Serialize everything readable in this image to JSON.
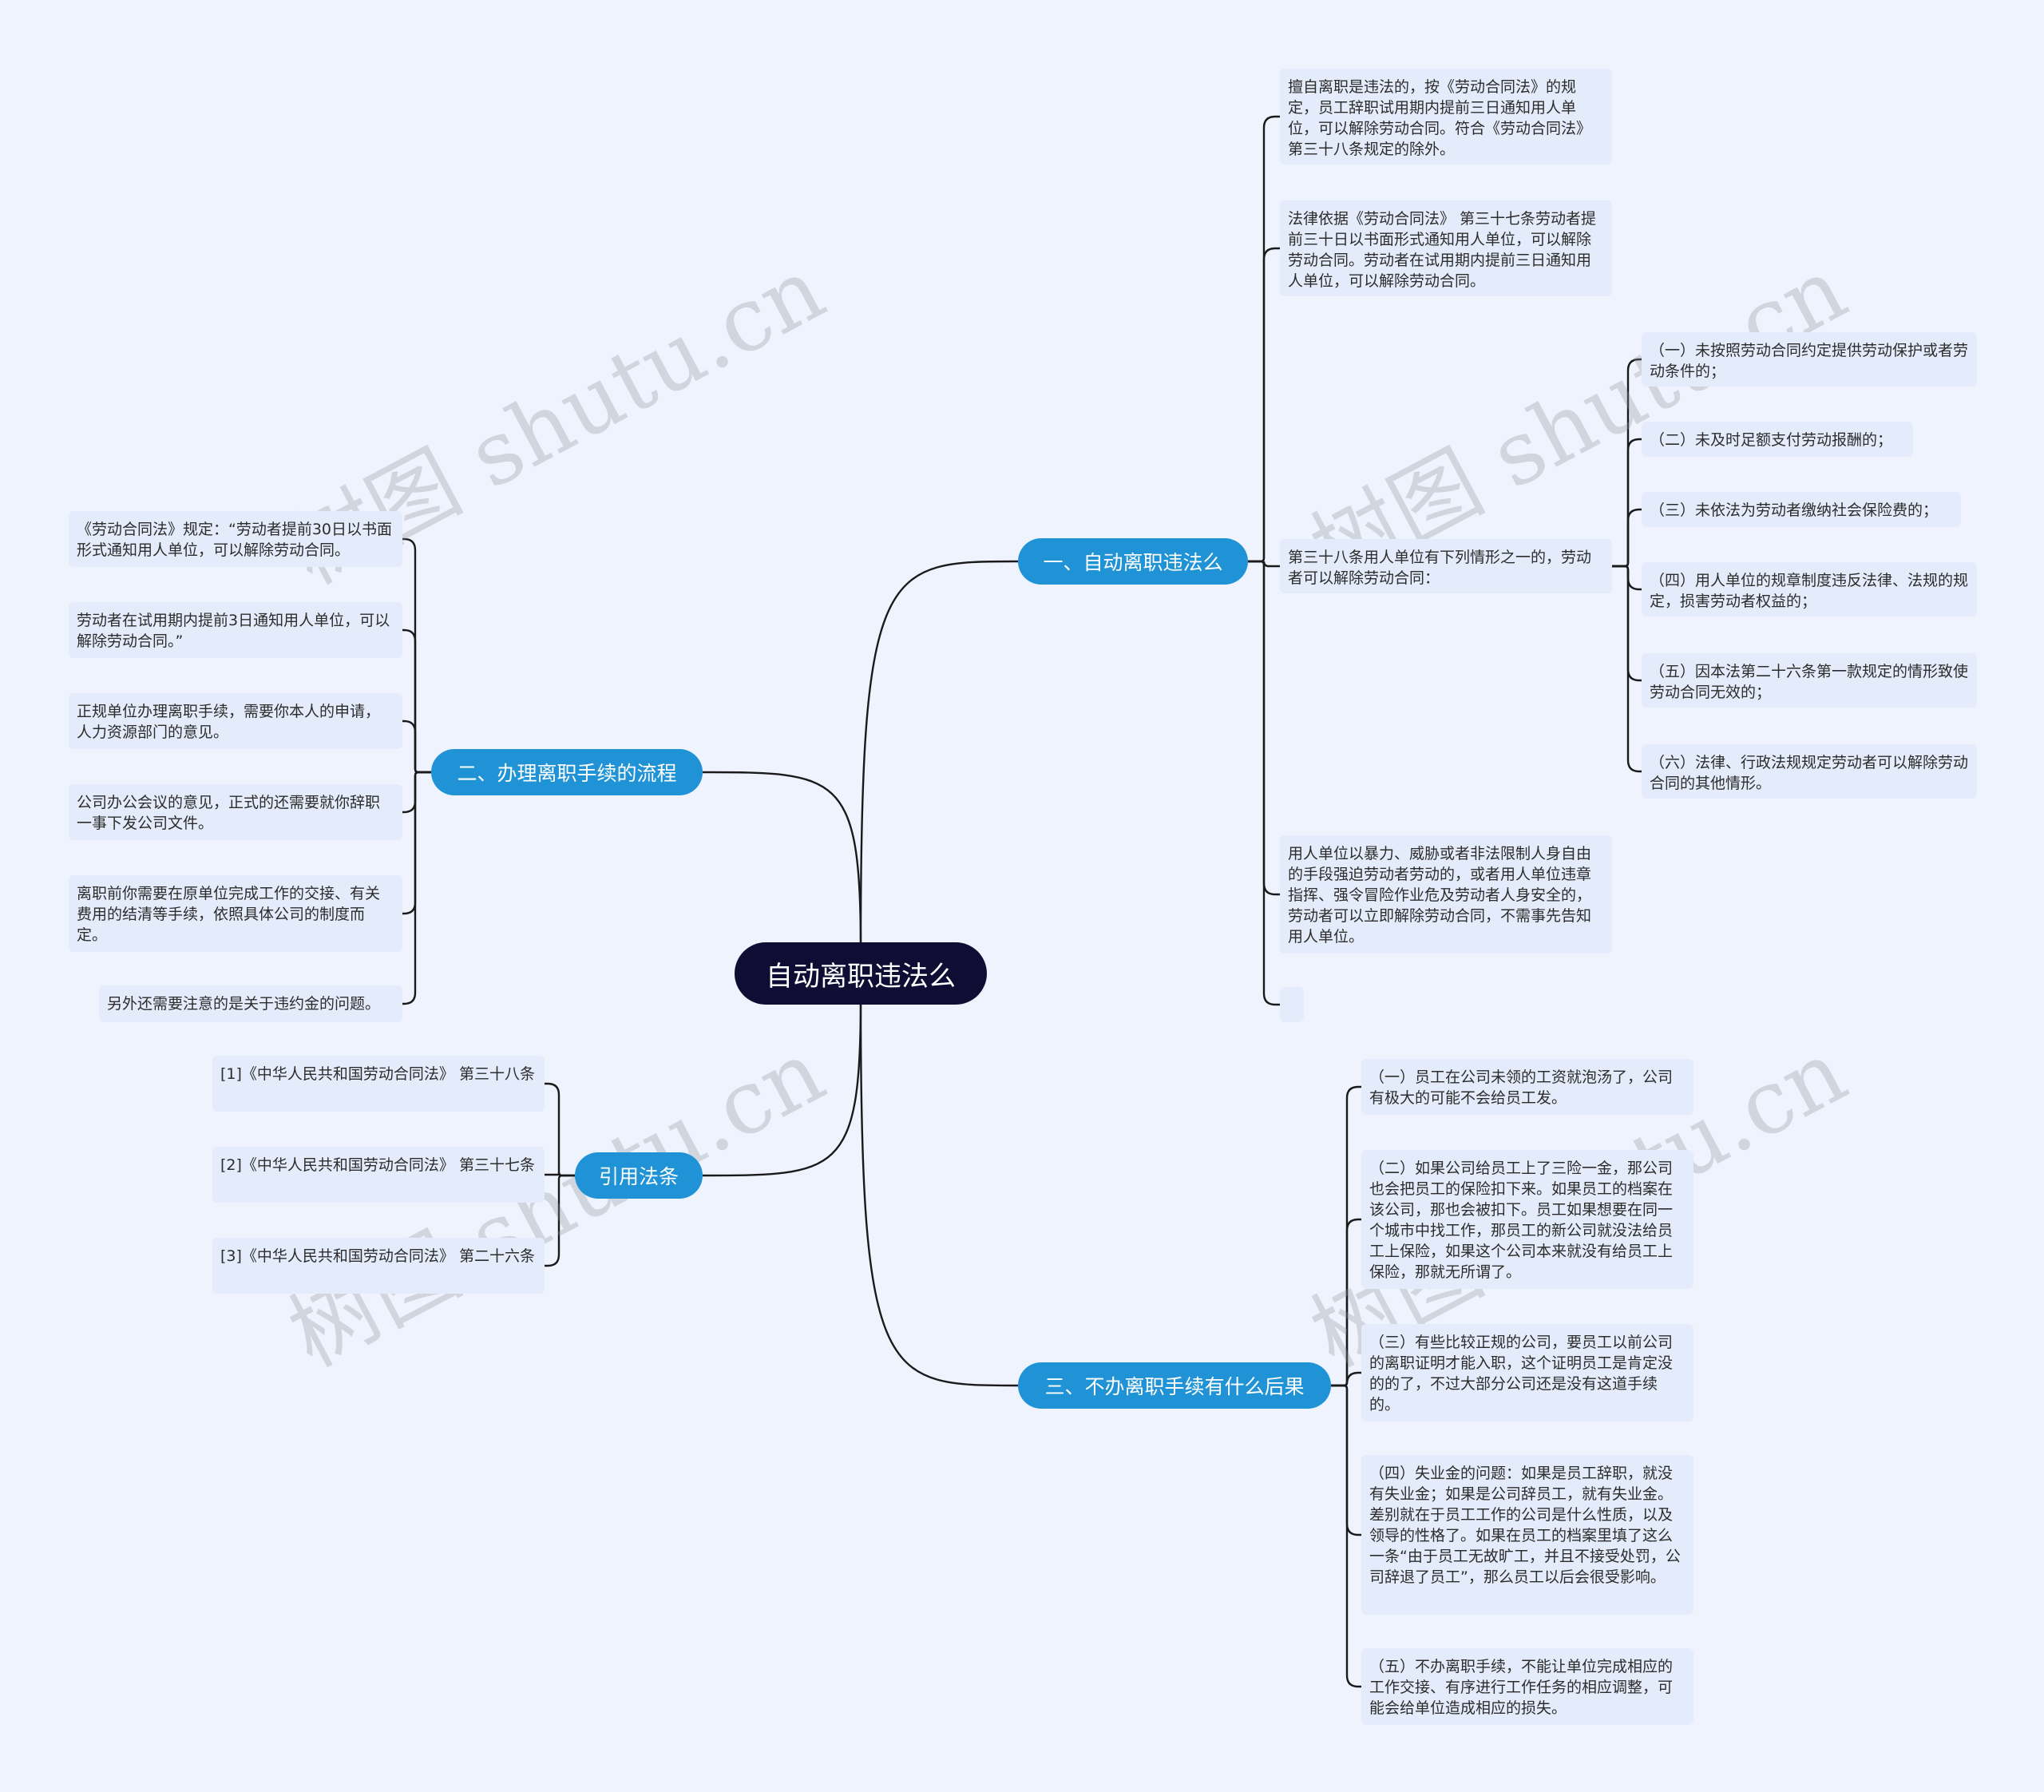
{
  "colors": {
    "background": "#eef3fd",
    "root_fill": "#0f0d33",
    "branch_fill": "#1f93d6",
    "leaf_fill": "#e4ecfb",
    "edge": "#1a1a1a"
  },
  "watermark": "树图 shutu.cn",
  "root": {
    "label": "自动离职违法么"
  },
  "branches": [
    {
      "label": "一、自动离职违法么",
      "items": [
        "擅自离职是违法的，按《劳动合同法》的规定，员工辞职试用期内提前三日通知用人单位，可以解除劳动合同。符合《劳动合同法》第三十八条规定的除外。",
        "法律依据《劳动合同法》 第三十七条劳动者提前三十日以书面形式通知用人单位，可以解除劳动合同。劳动者在试用期内提前三日通知用人单位，可以解除劳动合同。",
        "第三十八条用人单位有下列情形之一的，劳动者可以解除劳动合同：",
        "用人单位以暴力、威胁或者非法限制人身自由的手段强迫劳动者劳动的，或者用人单位违章指挥、强令冒险作业危及劳动者人身安全的，劳动者可以立即解除劳动合同，不需事先告知用人单位。",
        ""
      ],
      "sub_items": [
        "（一）未按照劳动合同约定提供劳动保护或者劳动条件的；",
        "（二）未及时足额支付劳动报酬的；",
        "（三）未依法为劳动者缴纳社会保险费的；",
        "（四）用人单位的规章制度违反法律、法规的规定，损害劳动者权益的；",
        "（五）因本法第二十六条第一款规定的情形致使劳动合同无效的；",
        "（六）法律、行政法规规定劳动者可以解除劳动合同的其他情形。"
      ]
    },
    {
      "label": "二、办理离职手续的流程",
      "items": [
        "《劳动合同法》规定：“劳动者提前30日以书面形式通知用人单位，可以解除劳动合同。",
        "劳动者在试用期内提前3日通知用人单位，可以解除劳动合同。”",
        "正规单位办理离职手续，需要你本人的申请，人力资源部门的意见。",
        "公司办公会议的意见，正式的还需要就你辞职一事下发公司文件。",
        "离职前你需要在原单位完成工作的交接、有关费用的结清等手续，依照具体公司的制度而定。",
        "另外还需要注意的是关于违约金的问题。"
      ]
    },
    {
      "label": "引用法条",
      "items": [
        "[1]《中华人民共和国劳动合同法》 第三十八条",
        "[2]《中华人民共和国劳动合同法》 第三十七条",
        "[3]《中华人民共和国劳动合同法》 第二十六条"
      ]
    },
    {
      "label": "三、不办离职手续有什么后果",
      "items": [
        "（一）员工在公司未领的工资就泡汤了，公司有极大的可能不会给员工发。",
        "（二）如果公司给员工上了三险一金，那公司也会把员工的保险扣下来。如果员工的档案在该公司，那也会被扣下。员工如果想要在同一个城市中找工作，那员工的新公司就没法给员工上保险，如果这个公司本来就没有给员工上保险，那就无所谓了。",
        "（三）有些比较正规的公司，要员工以前公司的离职证明才能入职，这个证明员工是肯定没的的了，不过大部分公司还是没有这道手续的。",
        "（四）失业金的问题：如果是员工辞职，就没有失业金；如果是公司辞员工，就有失业金。差别就在于员工工作的公司是什么性质，以及领导的性格了。如果在员工的档案里填了这么一条“由于员工无故旷工，并且不接受处罚，公司辞退了员工”，那么员工以后会很受影响。",
        "（五）不办离职手续，不能让单位完成相应的工作交接、有序进行工作任务的相应调整，可能会给单位造成相应的损失。"
      ]
    }
  ]
}
